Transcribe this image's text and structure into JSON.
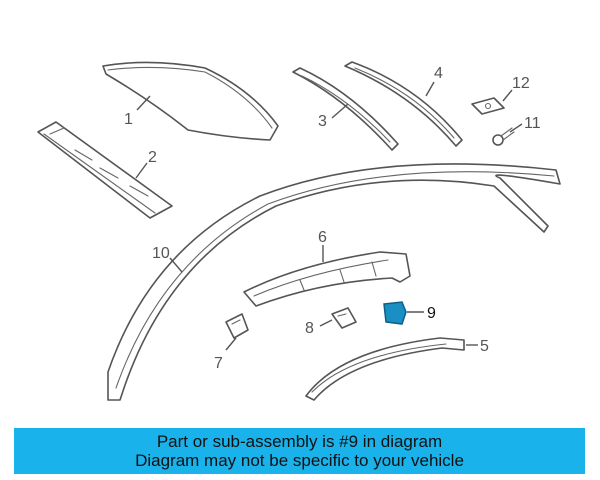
{
  "diagram": {
    "callouts": [
      {
        "id": "1",
        "label": "1"
      },
      {
        "id": "2",
        "label": "2"
      },
      {
        "id": "3",
        "label": "3"
      },
      {
        "id": "4",
        "label": "4"
      },
      {
        "id": "5",
        "label": "5"
      },
      {
        "id": "6",
        "label": "6"
      },
      {
        "id": "7",
        "label": "7"
      },
      {
        "id": "8",
        "label": "8"
      },
      {
        "id": "9",
        "label": "9"
      },
      {
        "id": "10",
        "label": "10"
      },
      {
        "id": "11",
        "label": "11"
      },
      {
        "id": "12",
        "label": "12"
      }
    ],
    "highlight_part": "9",
    "highlight_color": "#1a8fc4"
  },
  "banner": {
    "line1": "Part or sub-assembly is #9 in diagram",
    "line2": "Diagram may not be specific to your vehicle",
    "background": "#1ab2ea"
  }
}
